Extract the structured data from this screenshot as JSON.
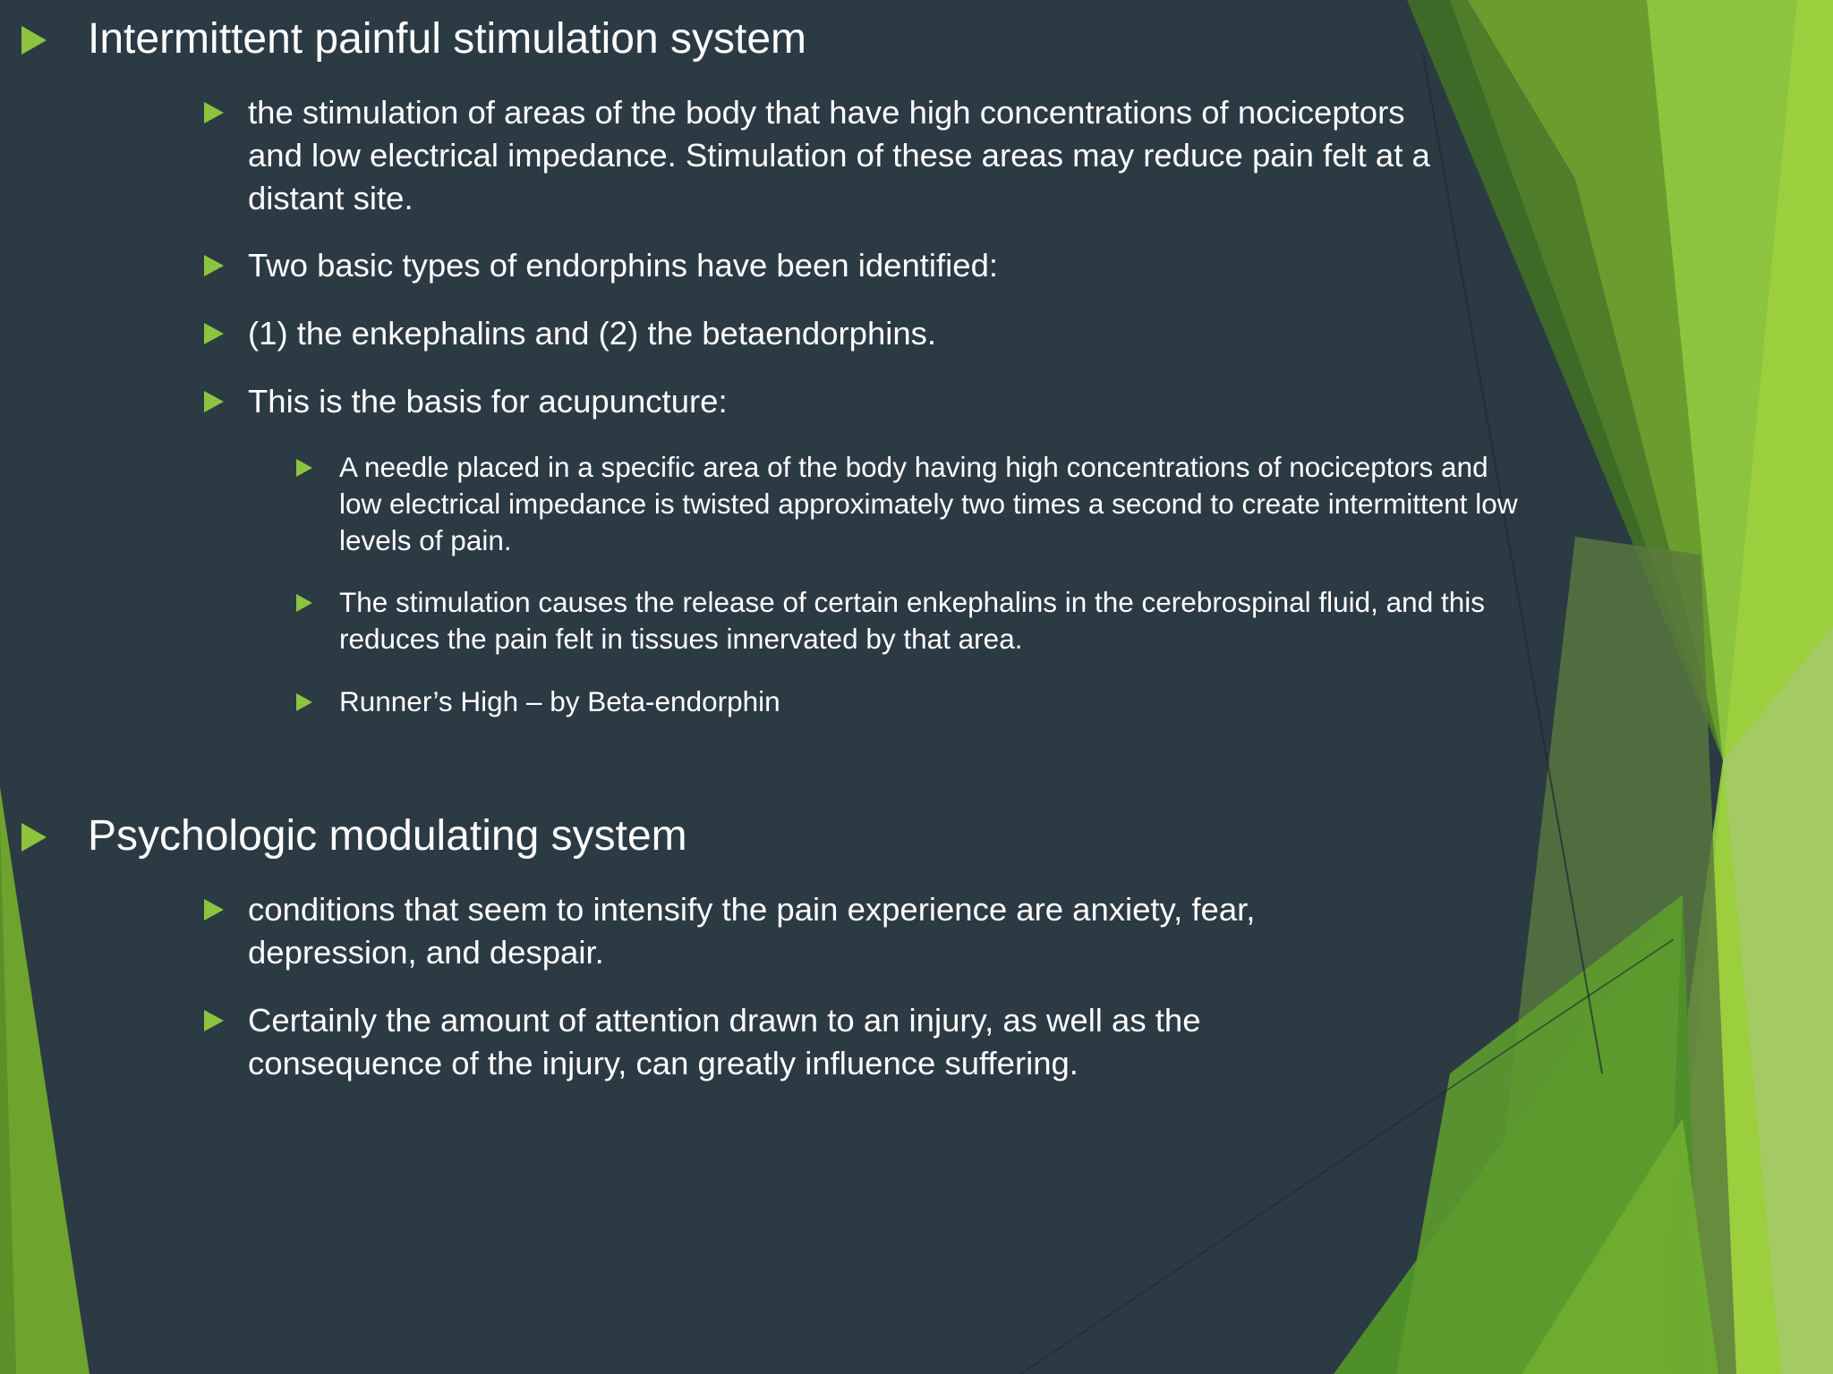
{
  "slide": {
    "section1": {
      "heading": "Intermittent painful stimulation system",
      "bullets": [
        "the stimulation of areas of the body that have high concentrations of nociceptors and low electrical impedance. Stimulation of these areas may reduce pain felt at a distant site.",
        "Two basic types of endorphins have been identified:",
        "(1) the enkephalins and (2) the betaendorphins.",
        "This is the basis for acupuncture:"
      ],
      "sub_bullets": [
        "A needle placed in a specific area of the body having high concentrations of nociceptors and low electrical impedance is twisted approximately two times a second to create intermittent low levels of pain.",
        "The stimulation causes the release of certain enkephalins in the cerebrospinal fluid, and this reduces the pain felt in tissues innervated by that area.",
        "Runner’s High – by Beta-endorphin"
      ]
    },
    "section2": {
      "heading": "Psychologic modulating system",
      "bullets": [
        "conditions that seem to intensify the pain experience are anxiety, fear, depression, and despair.",
        "Certainly the amount of attention drawn to an injury, as well as the consequence of the injury, can greatly influence suffering."
      ]
    }
  },
  "theme": {
    "background": "#2c3a44",
    "accent": "#8dc43f",
    "bullet_icon": "triangle-right-icon"
  }
}
